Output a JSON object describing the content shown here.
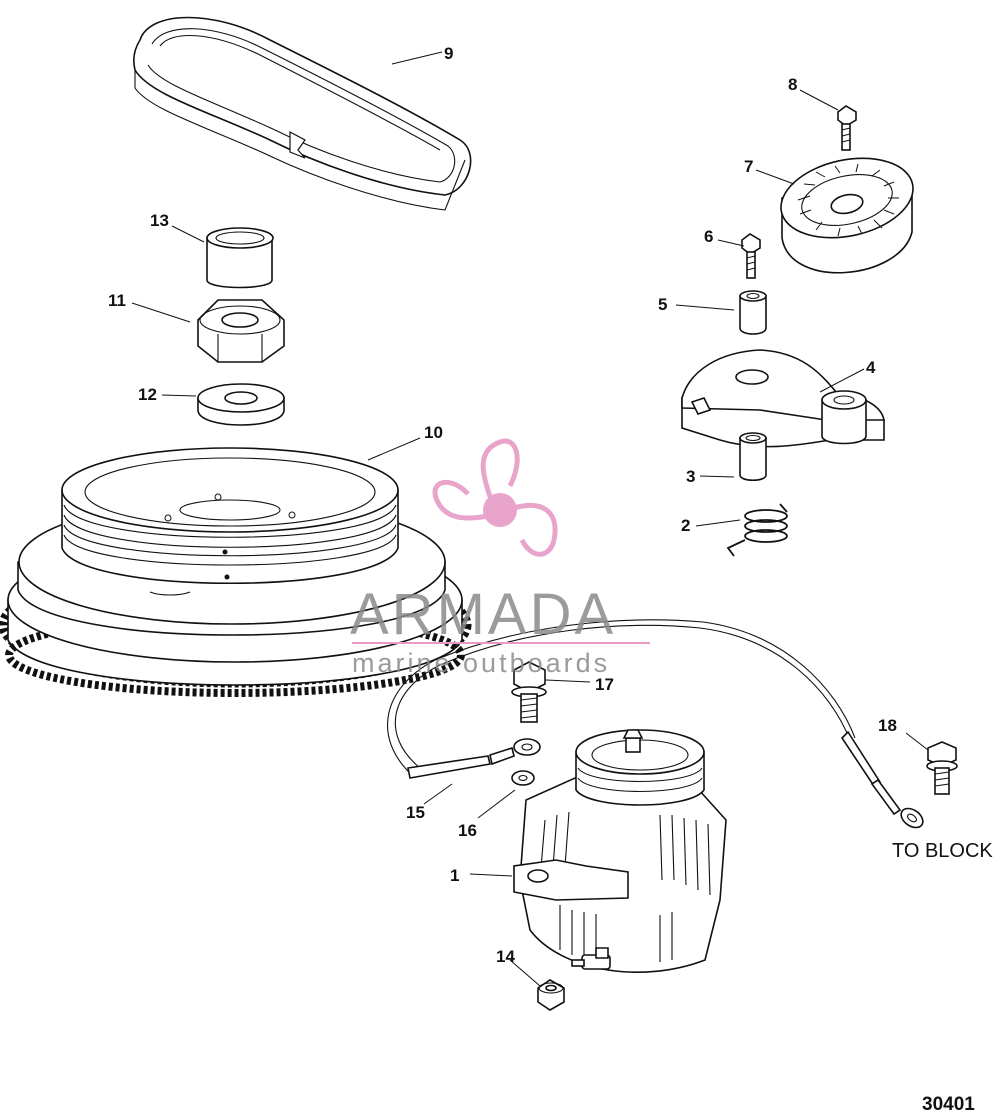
{
  "callouts": [
    {
      "id": "1",
      "label": "1"
    },
    {
      "id": "2",
      "label": "2"
    },
    {
      "id": "3",
      "label": "3"
    },
    {
      "id": "4",
      "label": "4"
    },
    {
      "id": "5",
      "label": "5"
    },
    {
      "id": "6",
      "label": "6"
    },
    {
      "id": "7",
      "label": "7"
    },
    {
      "id": "8",
      "label": "8"
    },
    {
      "id": "9",
      "label": "9"
    },
    {
      "id": "10",
      "label": "10"
    },
    {
      "id": "11",
      "label": "11"
    },
    {
      "id": "12",
      "label": "12"
    },
    {
      "id": "13",
      "label": "13"
    },
    {
      "id": "14",
      "label": "14"
    },
    {
      "id": "15",
      "label": "15"
    },
    {
      "id": "16",
      "label": "16"
    },
    {
      "id": "17",
      "label": "17"
    },
    {
      "id": "18",
      "label": "18"
    }
  ],
  "note_to_block": "TO BLOCK",
  "figure_number": "30401",
  "watermark": {
    "brand": "ARMADA",
    "tagline": "marine outboards",
    "color": "#e79bc7"
  }
}
